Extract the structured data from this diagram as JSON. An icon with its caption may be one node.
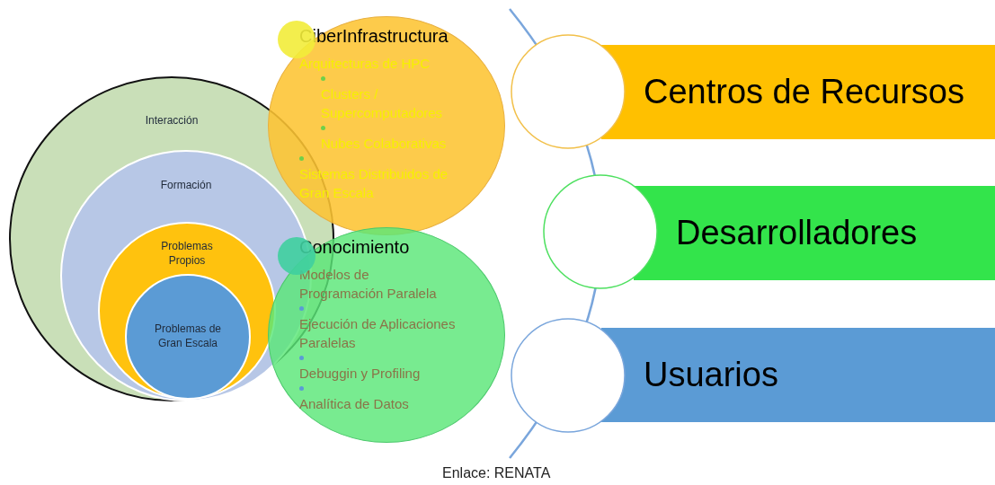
{
  "diagram": {
    "nodes": [
      {
        "text": [
          "Interacción"
        ]
      },
      {
        "text": [
          "Formación"
        ],
        "in": 0
      },
      {
        "text": [
          "Problemas Propios"
        ],
        "in": 1
      },
      {
        "text": [
          "Problemas de Gran Escala"
        ],
        "in": 2
      },
      {
        "text": [
          "CiberInfrastructura",
          "Arquitecturas de HPC",
          "Clusters / Supercomputadores",
          "Nubes Colaborativas",
          "Sistemas Distribuidos de Gran Escala"
        ]
      },
      {
        "text": [
          "Conocimiento",
          "Modelos de Programación Paralela",
          "Ejecución de Aplicaciones Paralelas",
          "Debuggin y Profiling",
          "Analítica de Datos"
        ]
      },
      {
        "text": [
          "Centros de Recursos"
        ]
      },
      {
        "text": [
          "Desarrolladores"
        ]
      },
      {
        "text": [
          "Usuarios"
        ]
      }
    ],
    "edges": [],
    "labels": [
      "Enlace: RENATA"
    ]
  }
}
